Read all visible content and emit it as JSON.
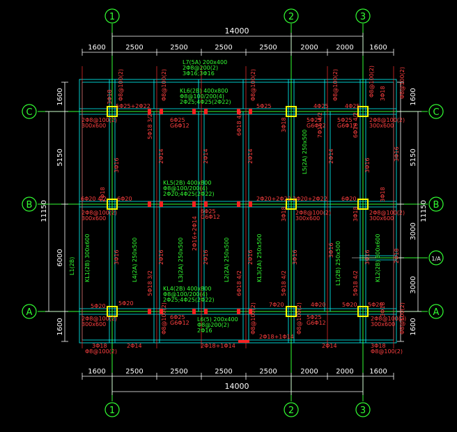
{
  "axes": {
    "vertical": [
      "1",
      "2",
      "3"
    ],
    "horizontal": [
      "C",
      "B",
      "A"
    ],
    "extra": "1/A"
  },
  "dims": {
    "top_total": "14000",
    "bottom_total": "14000",
    "top_segments": [
      "1600",
      "2500",
      "2500",
      "2500",
      "2500",
      "2000",
      "2000",
      "1600"
    ],
    "bottom_segments": [
      "1600",
      "2500",
      "2500",
      "2500",
      "2500",
      "2000",
      "2000",
      "1600"
    ],
    "left_segments": [
      "1600",
      "5150",
      "6000",
      "1600"
    ],
    "left_total": "11150",
    "right_segments": [
      "1600",
      "5150",
      "3000",
      "3000",
      "1600"
    ],
    "right_total": "11150"
  },
  "labels": {
    "L7": "L7(5A) 200x400",
    "L7b": "2Φ8@200(2)",
    "L7c": "3Φ16;3Φ16",
    "KL6": "KL6(2B) 400x800",
    "KL6b": "Φ8@100/200(4)",
    "KL6c": "2Φ25;4Φ25(2Φ22)",
    "KL5": "KL5(2B) 400x800",
    "KL5b": "Φ8@100/200(4)",
    "KL5c": "2Φ20;4Φ25(2Φ22)",
    "KL4": "KL4(2B) 400x800",
    "KL4b": "Φ8@100/200(4)",
    "KL4c": "2Φ25;4Φ25(2Φ22)",
    "L6": "L6(5) 200x400",
    "L6b": "Φ8@200(2)",
    "L6c": "2Φ16",
    "L5": "L5(2A) 250x500",
    "L4": "L4(2A) 250x500",
    "L3": "L3(2A) 250x500",
    "L2": "L2(2A) 250x500",
    "L1": "L1(2B) 250x500",
    "KL1": "KL1(2B) 300x600",
    "KL2": "KL2(2B) 300x600",
    "KL3": "KL3(2A) 250x500",
    "LL1": "L1(2B)",
    "r_5a25_2a22": "5Φ25+2Φ22",
    "r_6a25": "6Φ25",
    "r_6g12": "G6Φ12",
    "r_5a25": "5Φ25",
    "r_4a25": "4Φ25",
    "r_3a18": "3Φ18",
    "r_3a16": "3Φ16",
    "r_2a14": "2Φ14",
    "r_2a16": "2Φ16",
    "r_2a18": "2Φ18",
    "r_6a18_42": "6Φ18 4/2",
    "r_7a16_42": "7Φ16 4/2",
    "r_6a16_42": "6Φ16 4/2",
    "r_5a18_32": "5Φ18 3/2",
    "r_6a20": "6Φ20",
    "r_6a20_42": "6Φ20 4/2",
    "r_2a20_2a22": "2Φ20+2Φ22",
    "r_2a16_2a14": "2Φ16+2Φ14",
    "r_5a20": "5Φ20",
    "r_7a20": "7Φ20",
    "r_4a20": "4Φ20",
    "r_2a18_1a14": "2Φ18+1Φ14",
    "r_6a18": "6Φ18",
    "r_s8": "Φ8@100(2)",
    "r_s8b": "2Φ8@100(2)",
    "r_300x600": "300x600",
    "r_6g12b": "G6Φ12",
    "r_3a18b": "3Φ18",
    "r_5a18_42": "5Φ18 4/2"
  },
  "colors": {
    "background": "#000000",
    "axis": "#33ff33",
    "beam_line": "#00ffff",
    "column": "#ffff00",
    "rebar_text": "#ff4040",
    "beam_text": "#33ff33",
    "grid_red": "#ff3030"
  }
}
